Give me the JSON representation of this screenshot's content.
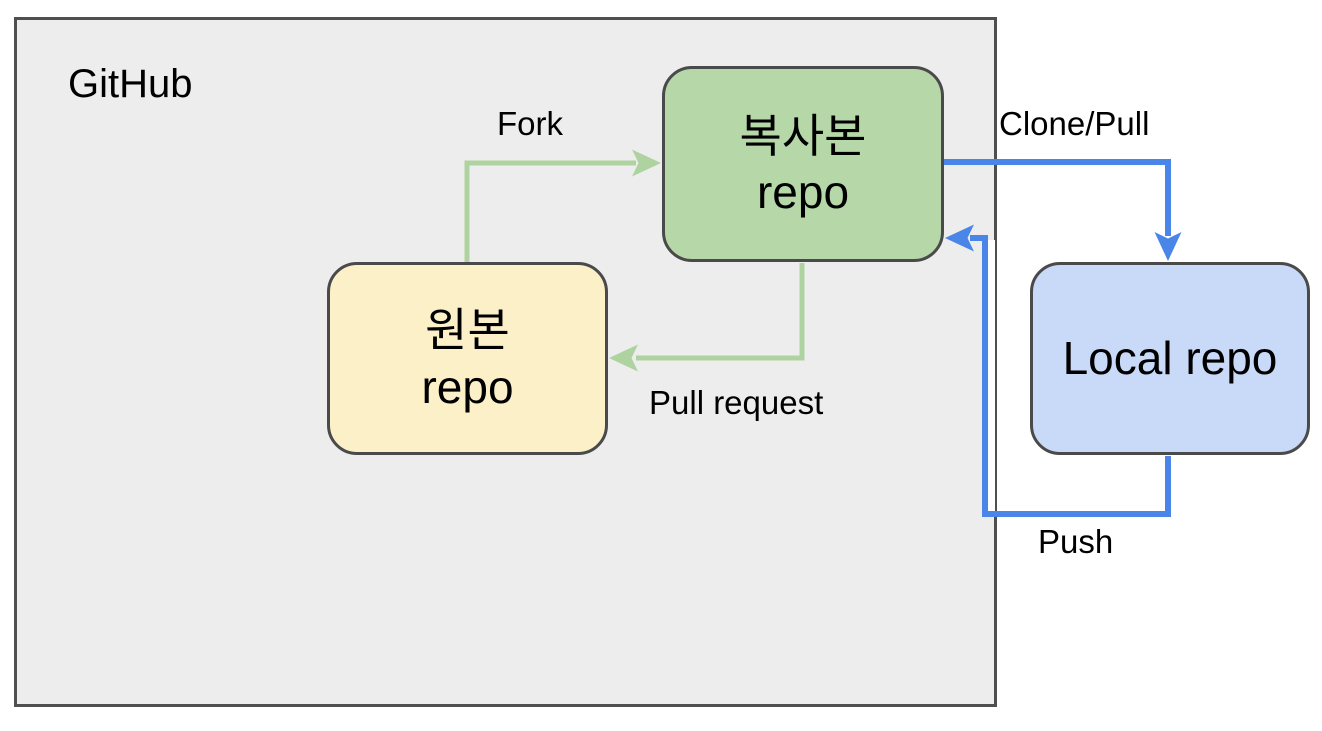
{
  "diagram": {
    "container_label": "GitHub",
    "nodes": {
      "copy": {
        "line1": "복사본",
        "line2": "repo"
      },
      "original": {
        "line1": "원본",
        "line2": "repo"
      },
      "local": {
        "label": "Local repo"
      }
    },
    "edges": {
      "fork_label": "Fork",
      "clone_pull_label": "Clone/Pull",
      "pull_request_label": "Pull request",
      "push_label": "Push"
    },
    "colors": {
      "page_bg": "#ffffff",
      "container_fill": "#ededed",
      "container_border": "#4f4f4f",
      "node_border": "#4a4a4a",
      "copy_fill": "#b6d7a8",
      "original_fill": "#fcf0c8",
      "local_fill": "#c9daf8",
      "green_edge": "#aed3a0",
      "blue_edge": "#4a86e8",
      "text": "#000000"
    }
  }
}
